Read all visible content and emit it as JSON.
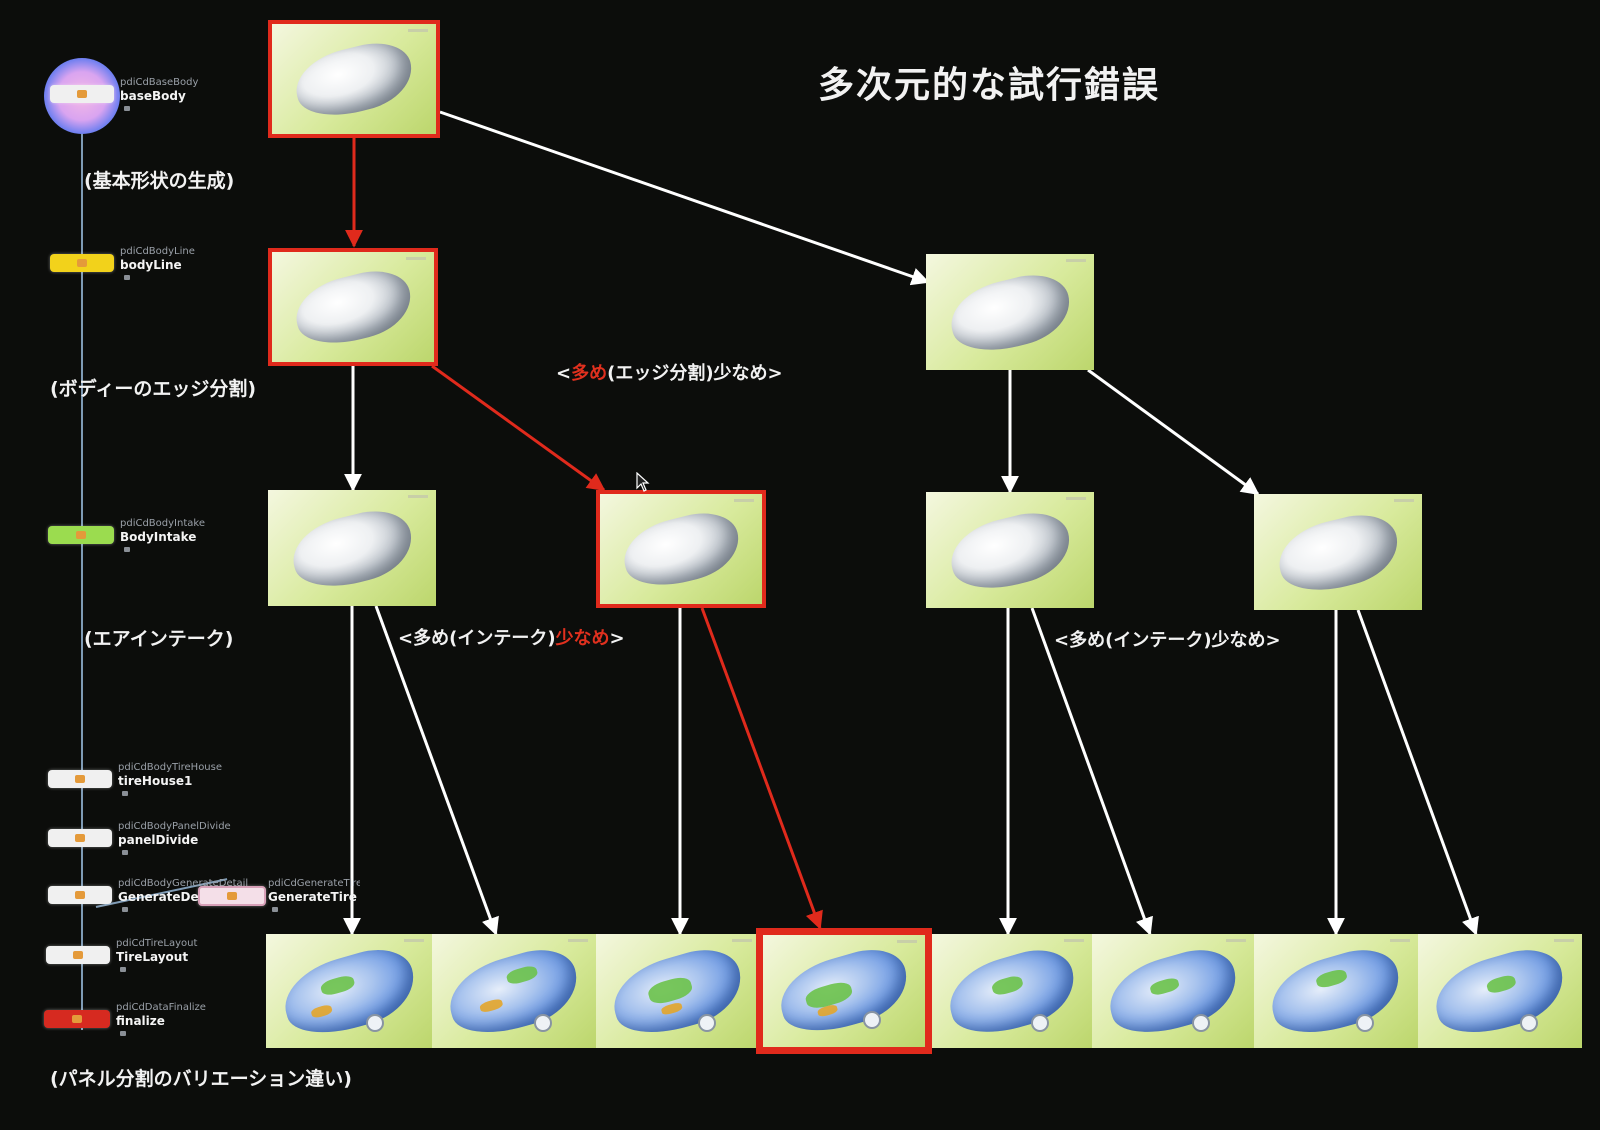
{
  "title": "多次元的な試行錯誤",
  "nodes": [
    {
      "type": "pdiCdBaseBody",
      "label": "baseBody"
    },
    {
      "type": "pdiCdBodyLine",
      "label": "bodyLine"
    },
    {
      "type": "pdiCdBodyIntake",
      "label": "BodyIntake"
    },
    {
      "type": "pdiCdBodyTireHouse",
      "label": "tireHouse1"
    },
    {
      "type": "pdiCdBodyPanelDivide",
      "label": "panelDivide"
    },
    {
      "type": "pdiCdBodyGenerateDetail",
      "label": "GenerateDeta"
    },
    {
      "type": "pdiCdGenerateTire",
      "label": "GenerateTire"
    },
    {
      "type": "pdiCdTireLayout",
      "label": "TireLayout"
    },
    {
      "type": "pdiCdDataFinalize",
      "label": "finalize"
    }
  ],
  "stage_labels": {
    "base": "(基本形状の生成)",
    "edge": "(ボディーのエッジ分割)",
    "intake": "(エアインテーク)",
    "panel": "(パネル分割のバリエーション違い)"
  },
  "annotations": {
    "edge": {
      "open": "<",
      "many": "多め",
      "mid": "(エッジ分割)",
      "few": "少なめ",
      "close": ">"
    },
    "intake_left": {
      "open": "<",
      "many": "多め",
      "mid": "(インテーク)",
      "few": "少なめ",
      "close": ">"
    },
    "intake_right": {
      "open": "<",
      "many": "多め",
      "mid": "(インテーク)",
      "few": "少なめ",
      "close": ">"
    }
  },
  "colors": {
    "selected_path": "#e02a1c",
    "arrow": "#ffffff",
    "node_wire": "#7f9bb5",
    "thumb_background": "#d8ea9c"
  },
  "tree": {
    "selected_leaf_index": 3,
    "levels": [
      "base",
      "edge",
      "intake",
      "panel"
    ]
  }
}
